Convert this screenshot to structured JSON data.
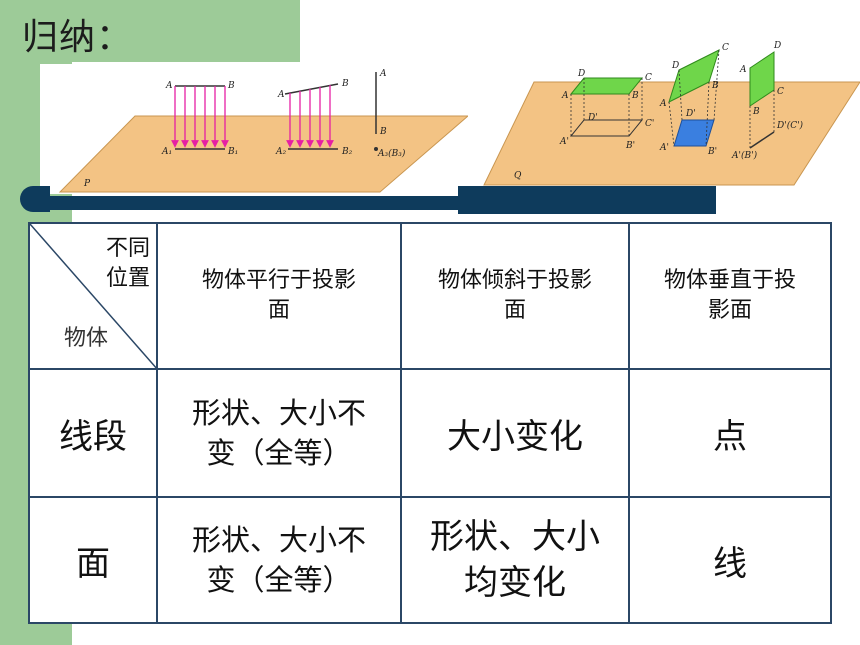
{
  "title": "归纳：",
  "figure_left": {
    "plane_label": "P",
    "labels": [
      "A",
      "B",
      "A₁",
      "B₁",
      "A",
      "B",
      "A₂",
      "B₂",
      "A",
      "B",
      "A₃(B₃)"
    ]
  },
  "figure_right": {
    "plane_label": "Q",
    "labels": [
      "D",
      "C",
      "A",
      "B",
      "D'",
      "C'",
      "A'",
      "B'",
      "D",
      "C",
      "A",
      "B",
      "D'",
      "A'",
      "B'",
      "D",
      "C",
      "A",
      "B",
      "D'(C')",
      "A'(B')"
    ]
  },
  "table": {
    "corner": {
      "top_line1": "不同",
      "top_line2": "位置",
      "bottom": "物体"
    },
    "headers": [
      {
        "line1": "物体平行于投影",
        "line2": "面"
      },
      {
        "line1": "物体倾斜于投影",
        "line2": "面"
      },
      {
        "line1": "物体垂直于投",
        "line2": "影面"
      }
    ],
    "rows": [
      {
        "label": "线段",
        "cells": [
          {
            "line1": "形状、大小不",
            "line2": "变（全等）"
          },
          {
            "line1": "大小变化",
            "line2": ""
          },
          {
            "line1": "点",
            "line2": ""
          }
        ]
      },
      {
        "label": "面",
        "cells": [
          {
            "line1": "形状、大小不",
            "line2": "变（全等）"
          },
          {
            "line1": "形状、大小",
            "line2": "均变化"
          },
          {
            "line1": "线",
            "line2": ""
          }
        ]
      }
    ]
  }
}
